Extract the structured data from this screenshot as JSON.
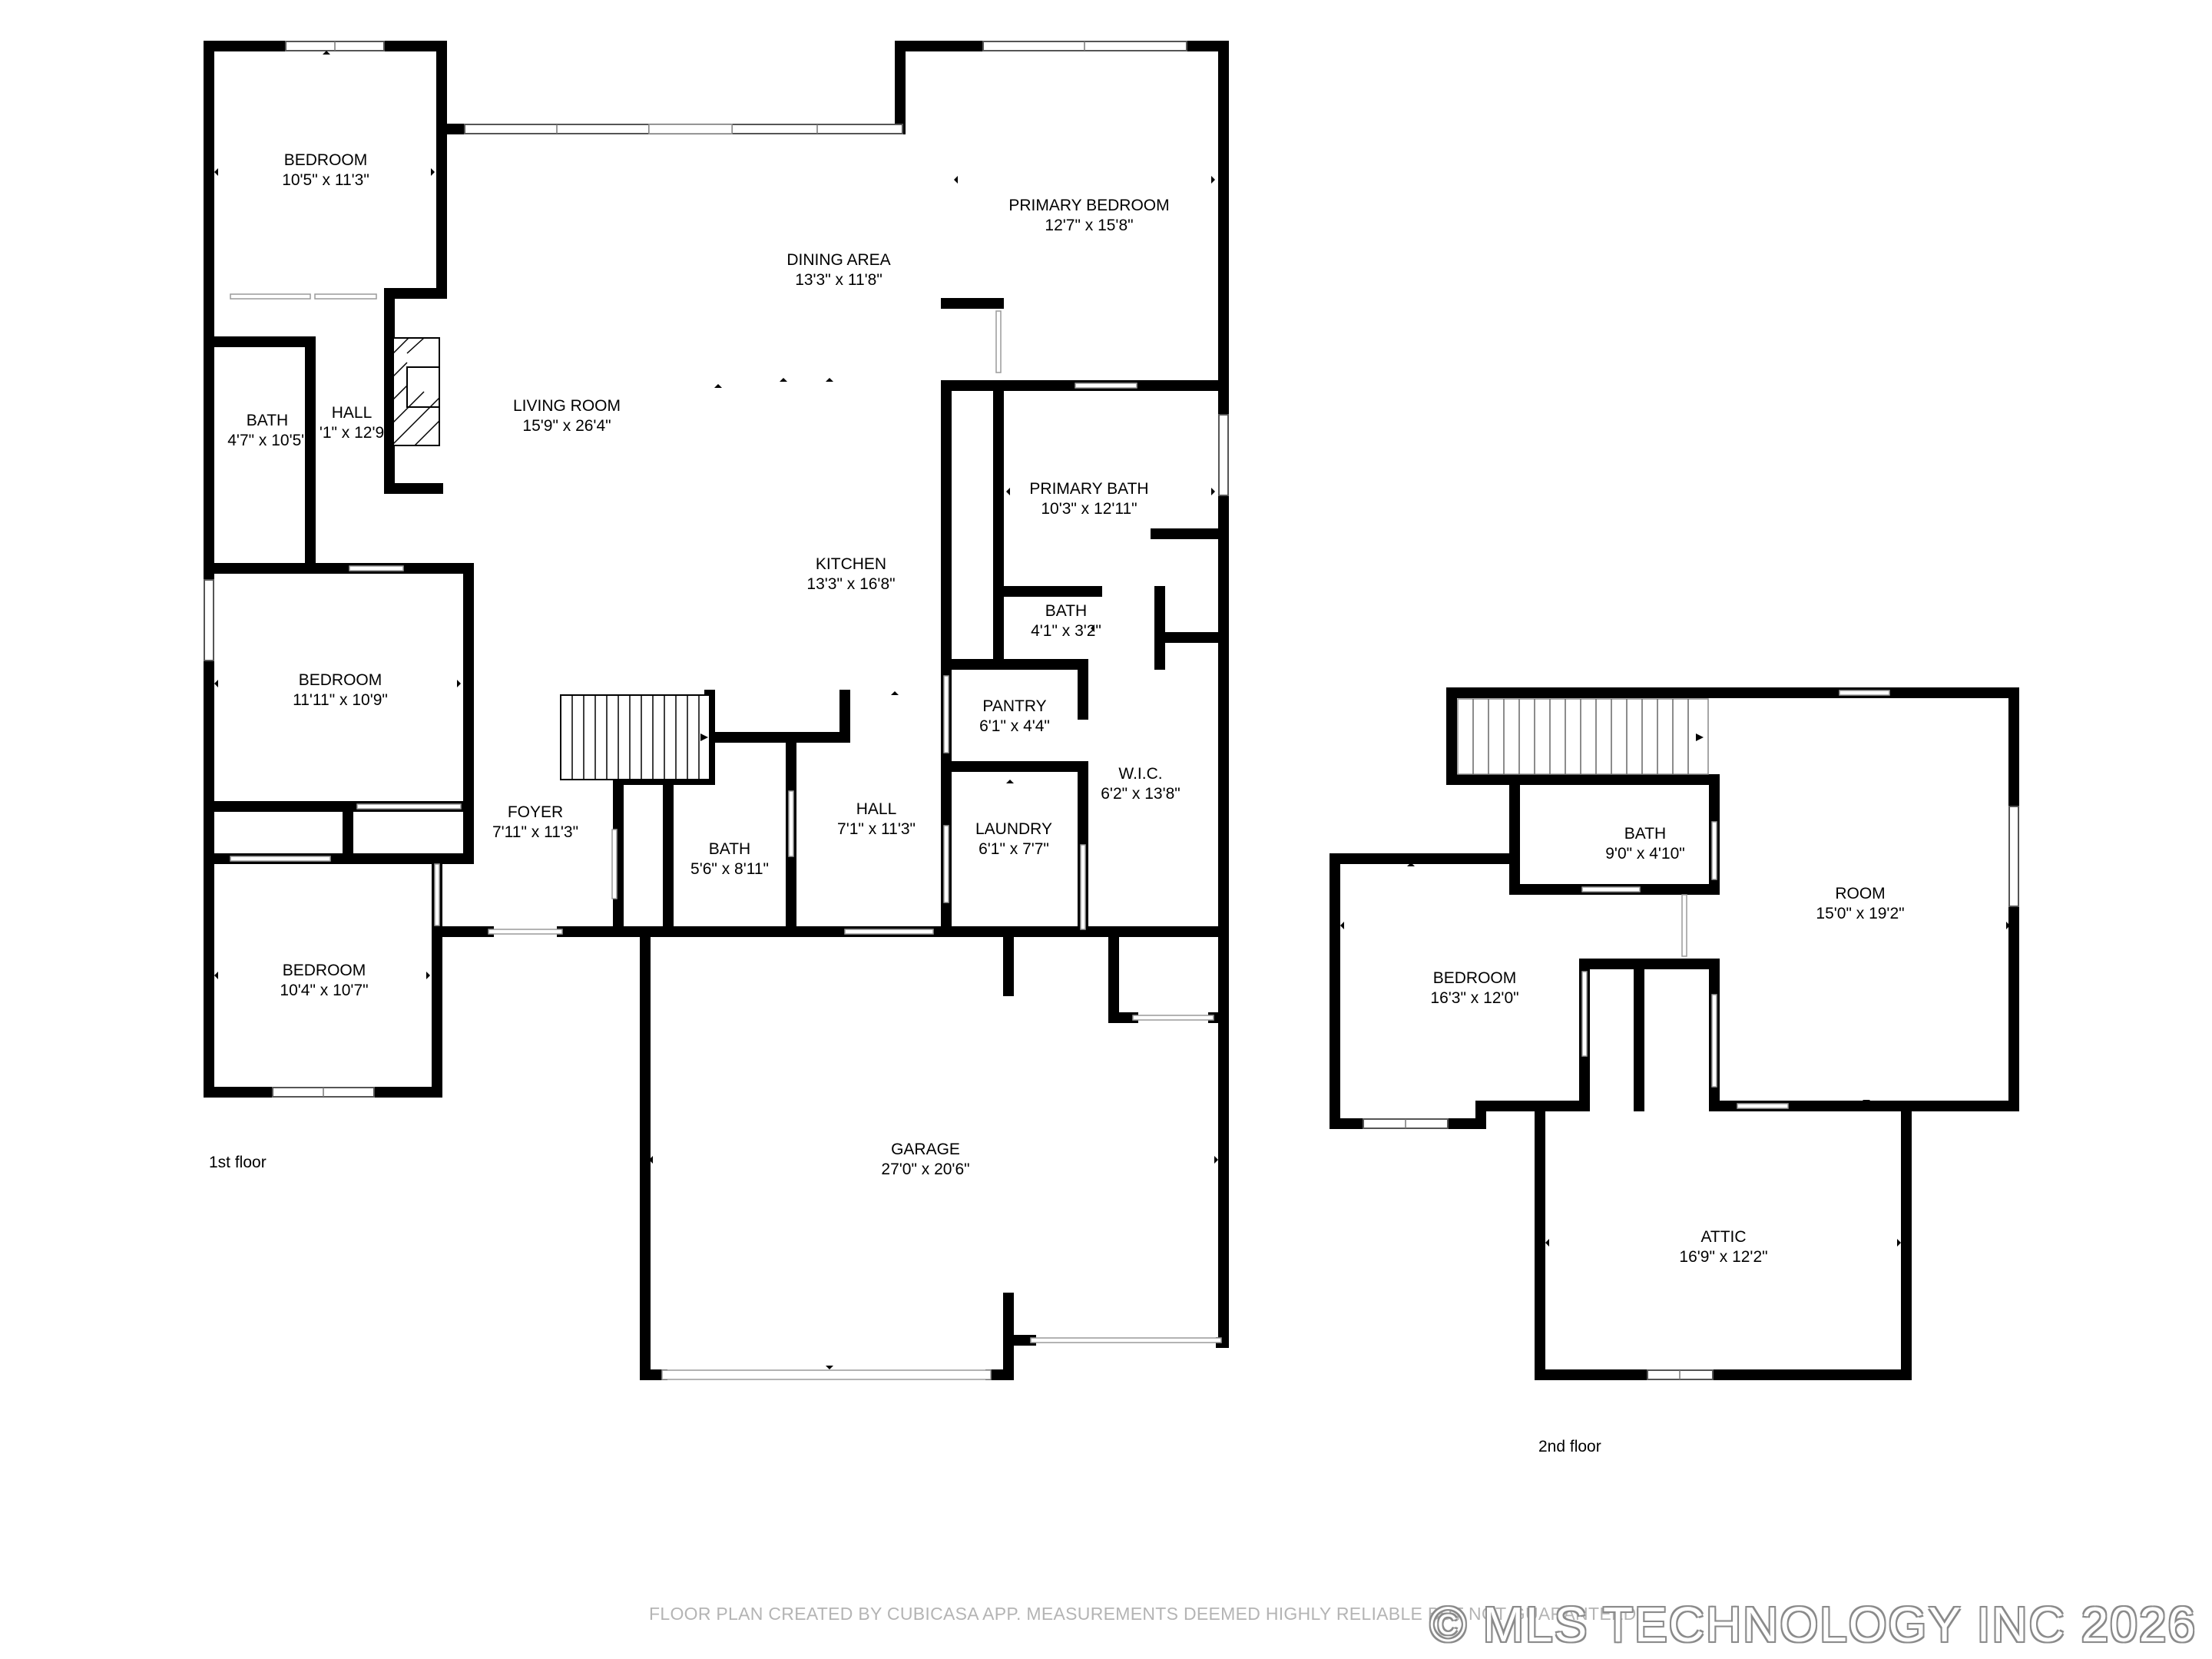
{
  "floors": [
    {
      "label": "1st floor",
      "rooms": [
        {
          "name": "BEDROOM",
          "dims": "10'5\" x 11'3\""
        },
        {
          "name": "DINING AREA",
          "dims": "13'3\" x 11'8\""
        },
        {
          "name": "PRIMARY BEDROOM",
          "dims": "12'7\" x 15'8\""
        },
        {
          "name": "BATH",
          "dims": "4'7\" x 10'5\""
        },
        {
          "name": "HALL",
          "dims": "'1\" x 12'9"
        },
        {
          "name": "LIVING ROOM",
          "dims": "15'9\" x 26'4\""
        },
        {
          "name": "PRIMARY BATH",
          "dims": "10'3\" x 12'11\""
        },
        {
          "name": "KITCHEN",
          "dims": "13'3\" x 16'8\""
        },
        {
          "name": "BATH",
          "dims": "4'1\" x 3'2\""
        },
        {
          "name": "BEDROOM",
          "dims": "11'11\" x 10'9\""
        },
        {
          "name": "PANTRY",
          "dims": "6'1\" x 4'4\""
        },
        {
          "name": "W.I.C.",
          "dims": "6'2\" x 13'8\""
        },
        {
          "name": "FOYER",
          "dims": "7'11\" x 11'3\""
        },
        {
          "name": "HALL",
          "dims": "7'1\" x 11'3\""
        },
        {
          "name": "LAUNDRY",
          "dims": "6'1\" x 7'7\""
        },
        {
          "name": "BATH",
          "dims": "5'6\" x 8'11\""
        },
        {
          "name": "BEDROOM",
          "dims": "10'4\" x 10'7\""
        },
        {
          "name": "GARAGE",
          "dims": "27'0\" x 20'6\""
        }
      ]
    },
    {
      "label": "2nd floor",
      "rooms": [
        {
          "name": "BATH",
          "dims": "9'0\" x 4'10\""
        },
        {
          "name": "ROOM",
          "dims": "15'0\" x 19'2\""
        },
        {
          "name": "BEDROOM",
          "dims": "16'3\" x 12'0\""
        },
        {
          "name": "ATTIC",
          "dims": "16'9\" x 12'2\""
        }
      ]
    }
  ],
  "disclaimer": "FLOOR PLAN CREATED BY CUBICASA APP. MEASUREMENTS DEEMED HIGHLY RELIABLE BUT NOT GUARANTEED.",
  "watermark": "© MLS TECHNOLOGY INC 2026",
  "colors": {
    "wall": "#000000",
    "background": "#ffffff",
    "disclaimer": "#b4b4b4"
  }
}
